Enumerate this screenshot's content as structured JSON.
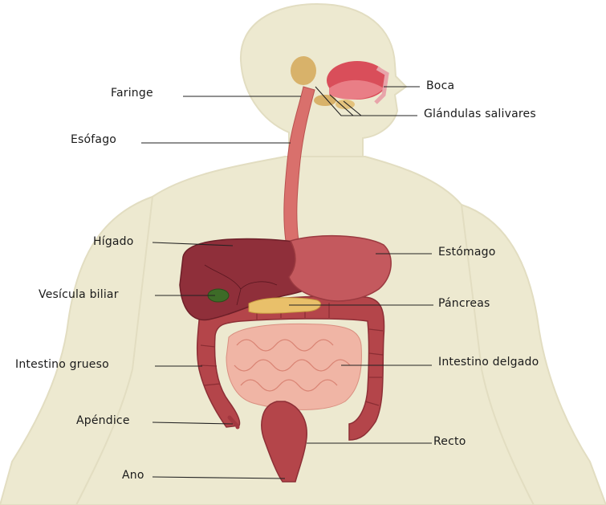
{
  "colors": {
    "silhouette": "#ede9d0",
    "silhouette_edge": "#e0dbbd",
    "organ_red": "#c0565c",
    "liver": "#8f2f3a",
    "esophagus": "#d9706c",
    "small_intestine": "#f0b5a5",
    "large_intestine": "#b4454a",
    "pancreas": "#e9c06a",
    "leader_line": "#222222"
  },
  "labels": {
    "faringe": "Faringe",
    "esofago": "Esófago",
    "higado": "Hígado",
    "vesicula": "Vesícula biliar",
    "intestino_grueso": "Intestino grueso",
    "apendice": "Apéndice",
    "ano": "Ano",
    "boca": "Boca",
    "glandulas": "Glándulas salivares",
    "estomago": "Estómago",
    "pancreas": "Páncreas",
    "intestino_delgado": "Intestino delgado",
    "recto": "Recto"
  }
}
